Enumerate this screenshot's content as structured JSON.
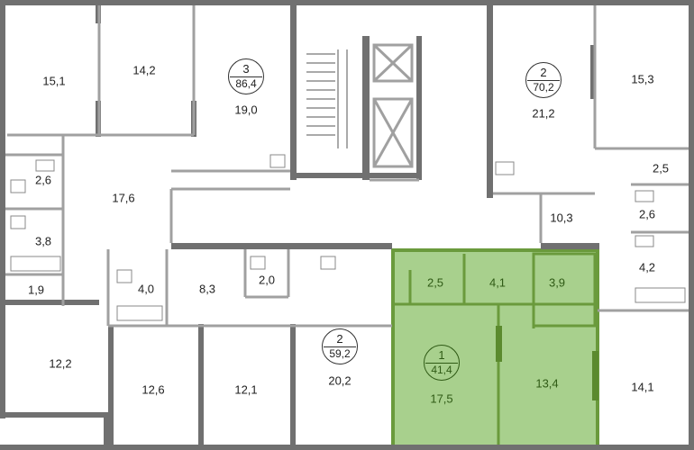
{
  "colors": {
    "selected_fill": "#a8d08d",
    "selected_wall": "#6a9a3c",
    "wall": "#707070",
    "partition": "#a0a0a0"
  },
  "apartments": [
    {
      "rooms": "3",
      "area": "86,4"
    },
    {
      "rooms": "2",
      "area": "70,2"
    },
    {
      "rooms": "2",
      "area": "59,2"
    },
    {
      "rooms": "1",
      "area": "41,4",
      "selected": true
    }
  ],
  "rooms": [
    "15,1",
    "14,2",
    "19,0",
    "21,2",
    "15,3",
    "2,6",
    "17,6",
    "3,8",
    "1,9",
    "12,2",
    "2,5",
    "10,3",
    "2,6",
    "4,2",
    "4,0",
    "8,3",
    "2,0",
    "12,6",
    "12,1",
    "20,2",
    "14,1",
    "2,5",
    "4,1",
    "3,9",
    "17,5",
    "13,4"
  ]
}
